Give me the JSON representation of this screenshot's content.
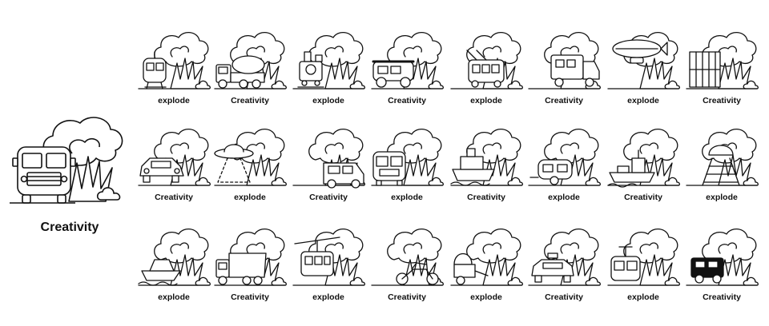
{
  "hero": {
    "caption": "Creativity",
    "icon": "school-bus-explosion-icon"
  },
  "rows": [
    [
      {
        "caption": "explode",
        "icon": "tram-explosion-icon"
      },
      {
        "caption": "Creativity",
        "icon": "cement-mixer-explosion-icon"
      },
      {
        "caption": "explode",
        "icon": "steam-train-explosion-icon"
      },
      {
        "caption": "Creativity",
        "icon": "jeepney-explosion-icon"
      },
      {
        "caption": "explode",
        "icon": "trolleybus-explosion-icon"
      },
      {
        "caption": "Creativity",
        "icon": "rv-truck-explosion-icon"
      },
      {
        "caption": "explode",
        "icon": "airship-explosion-icon"
      },
      {
        "caption": "Creativity",
        "icon": "shipping-container-explosion-icon"
      }
    ],
    [
      {
        "caption": "Creativity",
        "icon": "sedan-car-explosion-icon"
      },
      {
        "caption": "explode",
        "icon": "ufo-explosion-icon"
      },
      {
        "caption": "Creativity",
        "icon": "van-explosion-icon"
      },
      {
        "caption": "explode",
        "icon": "bus-explosion-icon"
      },
      {
        "caption": "Creativity",
        "icon": "ship-explosion-icon"
      },
      {
        "caption": "explode",
        "icon": "caravan-explosion-icon"
      },
      {
        "caption": "Creativity",
        "icon": "cargo-ship-explosion-icon"
      },
      {
        "caption": "explode",
        "icon": "railway-explosion-icon"
      }
    ],
    [
      {
        "caption": "explode",
        "icon": "boat-explosion-icon"
      },
      {
        "caption": "Creativity",
        "icon": "dump-truck-explosion-icon"
      },
      {
        "caption": "explode",
        "icon": "cable-car-explosion-icon"
      },
      {
        "caption": "Creativity",
        "icon": "motorcycle-explosion-icon"
      },
      {
        "caption": "explode",
        "icon": "rickshaw-explosion-icon"
      },
      {
        "caption": "Creativity",
        "icon": "taxi-explosion-icon"
      },
      {
        "caption": "explode",
        "icon": "streetcar-explosion-icon"
      },
      {
        "caption": "Creativity",
        "icon": "food-truck-explosion-icon"
      }
    ]
  ]
}
